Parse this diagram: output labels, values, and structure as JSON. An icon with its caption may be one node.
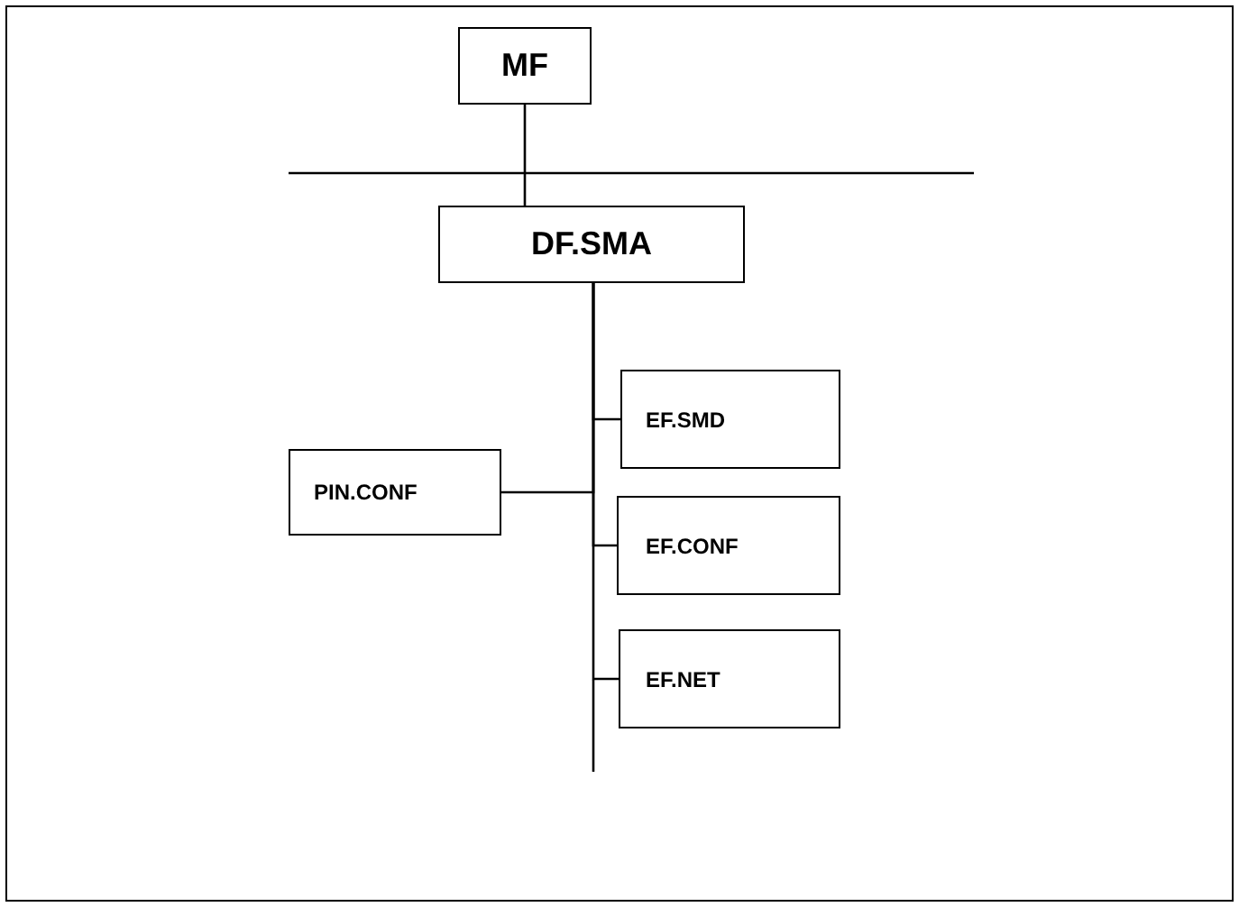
{
  "diagram": {
    "nodes": [
      {
        "text": [
          "MF"
        ]
      },
      {
        "text": [
          "DF.SMA"
        ]
      },
      {
        "text": [
          "EF.SMD"
        ]
      },
      {
        "text": [
          "PIN.CONF"
        ]
      },
      {
        "text": [
          "EF.CONF"
        ]
      },
      {
        "text": [
          "EF.NET"
        ]
      }
    ],
    "edges": [
      {
        "from": 0,
        "to": 1,
        "arrow": "none"
      },
      {
        "from": 1,
        "to": 2,
        "arrow": "none"
      },
      {
        "from": 1,
        "to": 3,
        "arrow": "none"
      },
      {
        "from": 1,
        "to": 4,
        "arrow": "none"
      },
      {
        "from": 1,
        "to": 5,
        "arrow": "none"
      }
    ]
  }
}
